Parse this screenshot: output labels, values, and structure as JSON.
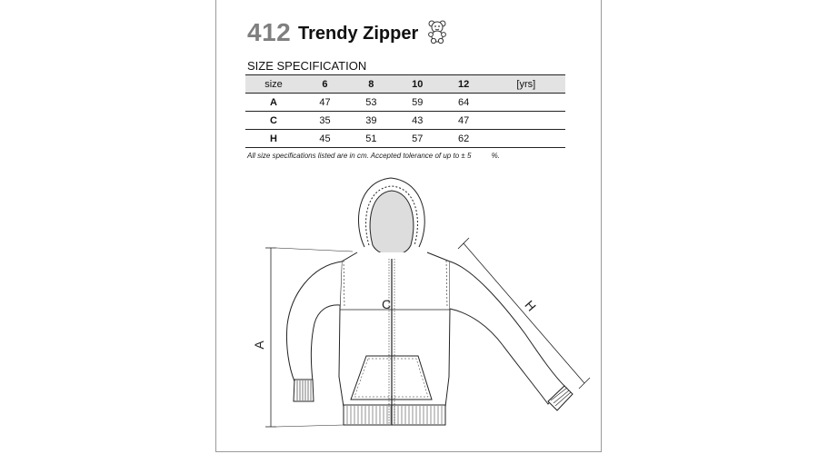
{
  "product": {
    "code": "412",
    "name": "Trendy Zipper"
  },
  "spec": {
    "title": "SIZE SPECIFICATION",
    "header": {
      "label": "size",
      "sizes": [
        "6",
        "8",
        "10",
        "12"
      ],
      "unit": "[yrs]"
    },
    "rows": [
      {
        "label": "A",
        "values": [
          "47",
          "53",
          "59",
          "64"
        ]
      },
      {
        "label": "C",
        "values": [
          "35",
          "39",
          "43",
          "47"
        ]
      },
      {
        "label": "H",
        "values": [
          "45",
          "51",
          "57",
          "62"
        ]
      }
    ],
    "note": "All size specifications listed are in cm. Accepted tolerance of up to ± 5          %."
  },
  "diagram": {
    "label_a": "A",
    "label_c": "C",
    "label_h": "H"
  },
  "icons": {
    "logo": "teddy-bear-icon"
  },
  "colors": {
    "line": "#222222",
    "code_gray": "#7f7f7f",
    "header_fill": "#e3e3e3",
    "hood_fill": "#dddddd"
  }
}
